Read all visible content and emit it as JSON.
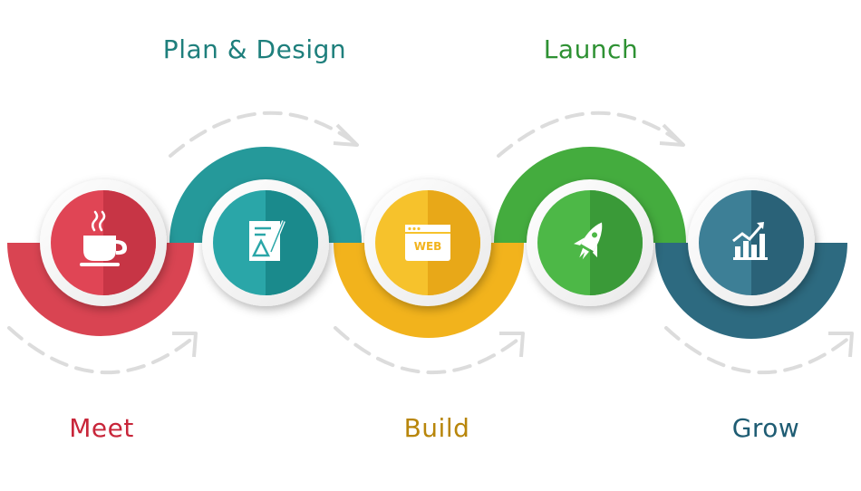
{
  "steps": [
    {
      "id": "meet",
      "label": "Meet",
      "icon": "coffee-cup-icon",
      "color": "#e04555",
      "dark": "#c73545"
    },
    {
      "id": "plan",
      "label": "Plan & Design",
      "icon": "design-sketch-icon",
      "color": "#2aa6a8",
      "dark": "#1a8a8c"
    },
    {
      "id": "build",
      "label": "Build",
      "icon": "web-browser-icon",
      "color": "#f6c22c",
      "dark": "#e8a818"
    },
    {
      "id": "launch",
      "label": "Launch",
      "icon": "rocket-icon",
      "color": "#4db847",
      "dark": "#3a9a38"
    },
    {
      "id": "grow",
      "label": "Grow",
      "icon": "growth-chart-icon",
      "color": "#3d7f96",
      "dark": "#2a6278"
    }
  ],
  "icon_texts": {
    "web": "WEB"
  },
  "colors": {
    "band_meet": "#d94452",
    "band_plan": "#25999a",
    "band_build": "#f2b31c",
    "band_launch": "#44ac3e",
    "band_grow": "#2d6a80",
    "arrow_dash": "#dcdcdc"
  }
}
